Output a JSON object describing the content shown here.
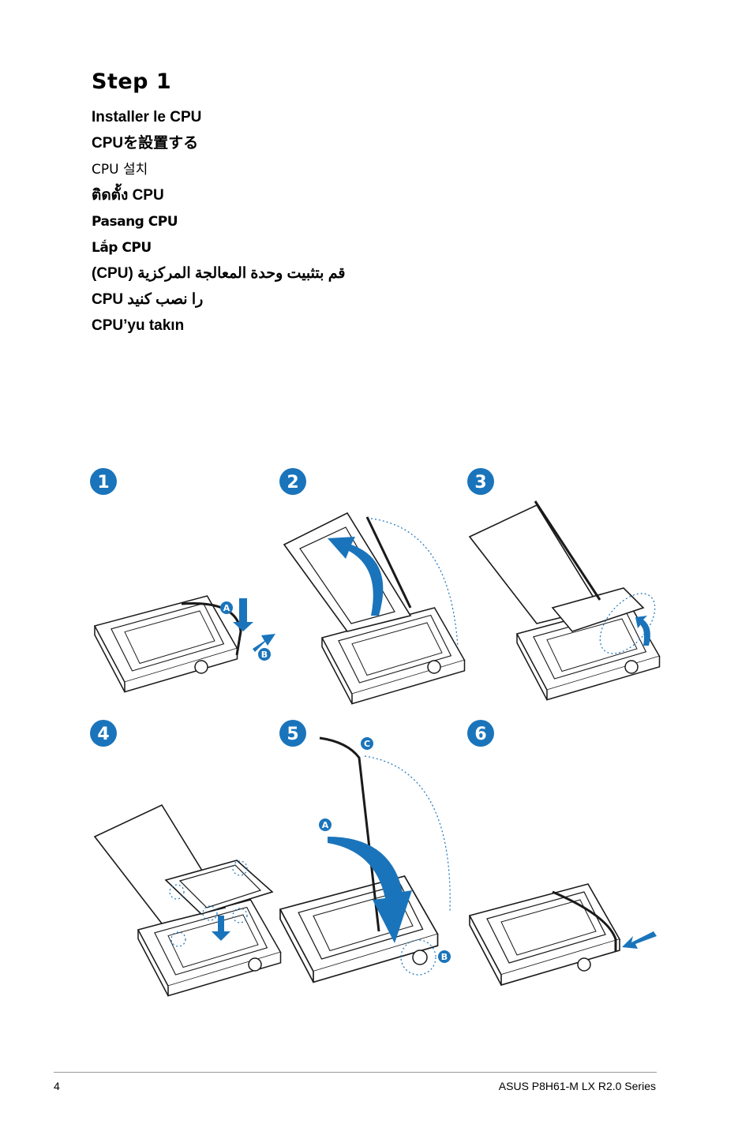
{
  "title": "Step 1",
  "languages": [
    {
      "text": "Installer le CPU"
    },
    {
      "text": "CPUを設置する"
    },
    {
      "text": "CPU 설치"
    },
    {
      "text": "ติดตั้ง CPU"
    },
    {
      "text": "Pasang CPU"
    },
    {
      "text": "Lắp CPU"
    },
    {
      "text": "(CPU) قم بتثبيت وحدة المعالجة المركزية"
    },
    {
      "text": "CPU را نصب کنید"
    },
    {
      "text": "CPU’yu takın"
    }
  ],
  "steps": [
    "1",
    "2",
    "3",
    "4",
    "5",
    "6"
  ],
  "callouts": {
    "a": "A",
    "b": "B",
    "c": "C"
  },
  "colors": {
    "accent": "#1a74bb",
    "line": "#1a1a1a",
    "rule": "#999999"
  },
  "footer": {
    "page_number": "4",
    "product": "ASUS P8H61-M LX R2.0 Series"
  }
}
